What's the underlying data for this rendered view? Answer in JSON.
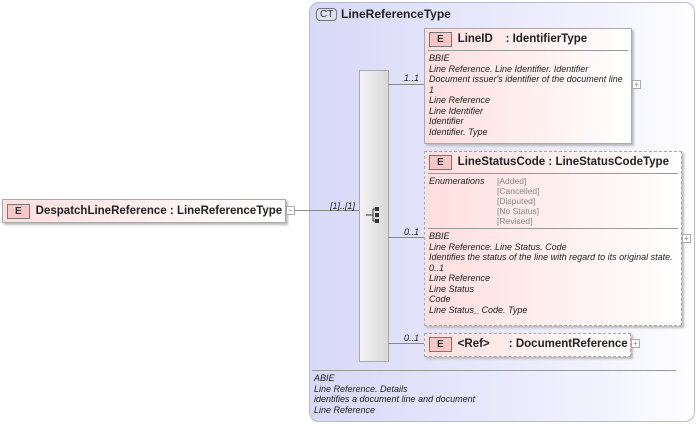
{
  "root": {
    "badge": "E",
    "name": "DespatchLineReference",
    "type": "LineReferenceType",
    "cardinality": "[1]..[1]"
  },
  "complex_type": {
    "badge": "CT",
    "name": "LineReferenceType",
    "annotation": [
      "ABIE",
      "Line Reference. Details",
      "identifies a document line and document",
      "Line Reference"
    ]
  },
  "children": [
    {
      "badge": "E",
      "name": "LineID",
      "type": "IdentifierType",
      "cardinality": "1..1",
      "annotation": [
        "BBIE",
        "Line Reference. Line Identifier. Identifier",
        "Document issuer's identifier of the document line",
        "1",
        "Line Reference",
        "Line Identifier",
        "Identifier",
        "Identifier. Type"
      ]
    },
    {
      "badge": "E",
      "name": "LineStatusCode",
      "type": "LineStatusCodeType",
      "cardinality": "0..1",
      "enum_label": "Enumerations",
      "enumerations": [
        "[Added]",
        "[Cancelled]",
        "[Disputed]",
        "[No Status]",
        "[Revised]"
      ],
      "annotation": [
        "BBIE",
        "Line Reference. Line Status. Code",
        "Identifies the status of the line with regard to its original state.",
        "0..1",
        "Line Reference",
        "Line Status",
        "Code",
        "Line Status_ Code. Type"
      ]
    },
    {
      "badge": "E",
      "name": "<Ref>",
      "type": "DocumentReference",
      "cardinality": "0..1"
    }
  ]
}
